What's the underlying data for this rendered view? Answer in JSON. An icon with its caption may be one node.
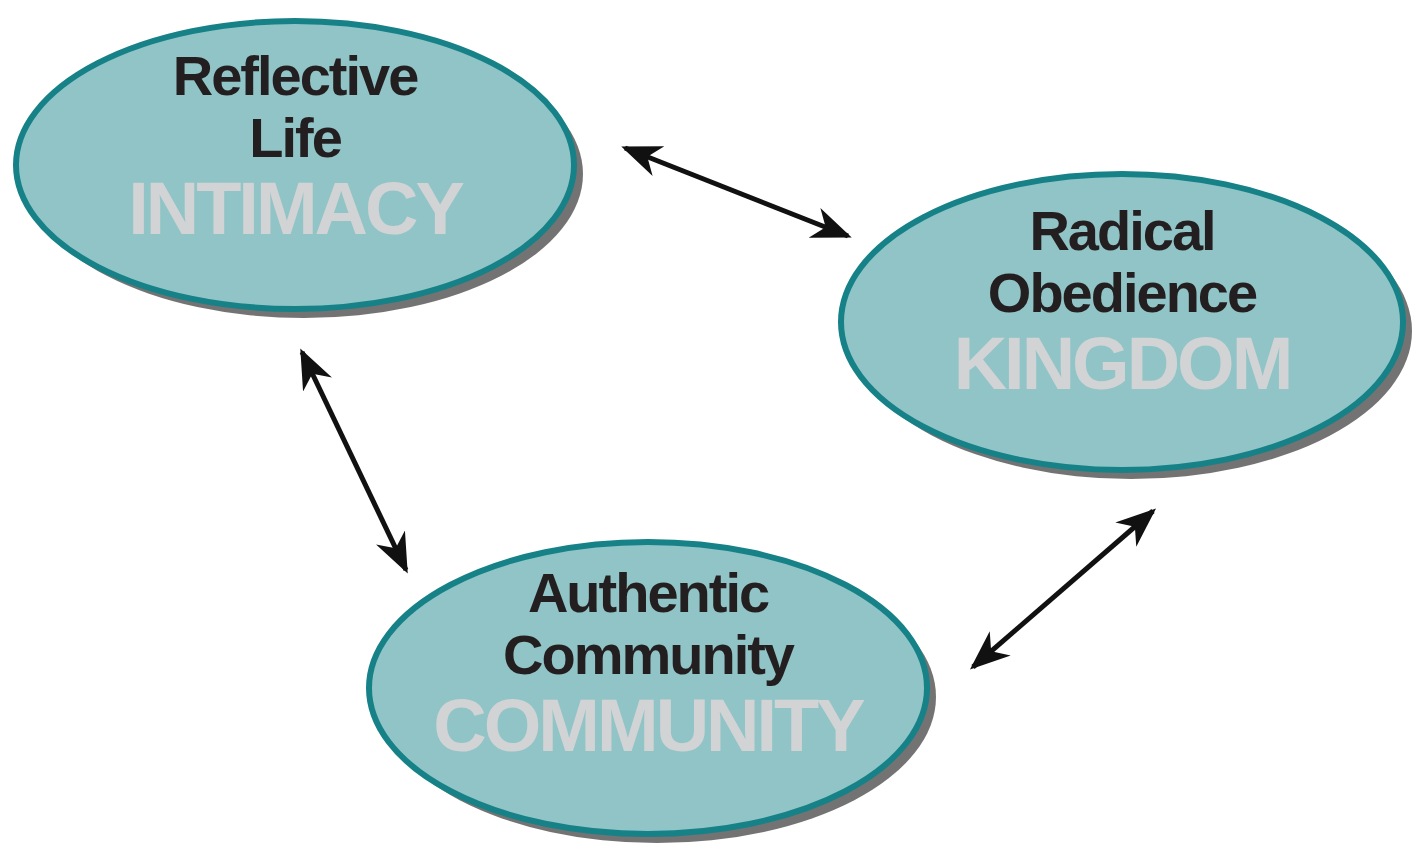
{
  "diagram": {
    "nodes": [
      {
        "text": [
          "Reflective Life",
          "INTIMACY"
        ]
      },
      {
        "text": [
          "Radical Obedience",
          "KINGDOM"
        ]
      },
      {
        "text": [
          "Authentic Community",
          "COMMUNITY"
        ]
      }
    ],
    "edges": [
      {
        "from": 0,
        "to": 1,
        "arrow": "both"
      },
      {
        "from": 0,
        "to": 2,
        "arrow": "both"
      },
      {
        "from": 2,
        "to": 1,
        "arrow": "both"
      }
    ]
  }
}
